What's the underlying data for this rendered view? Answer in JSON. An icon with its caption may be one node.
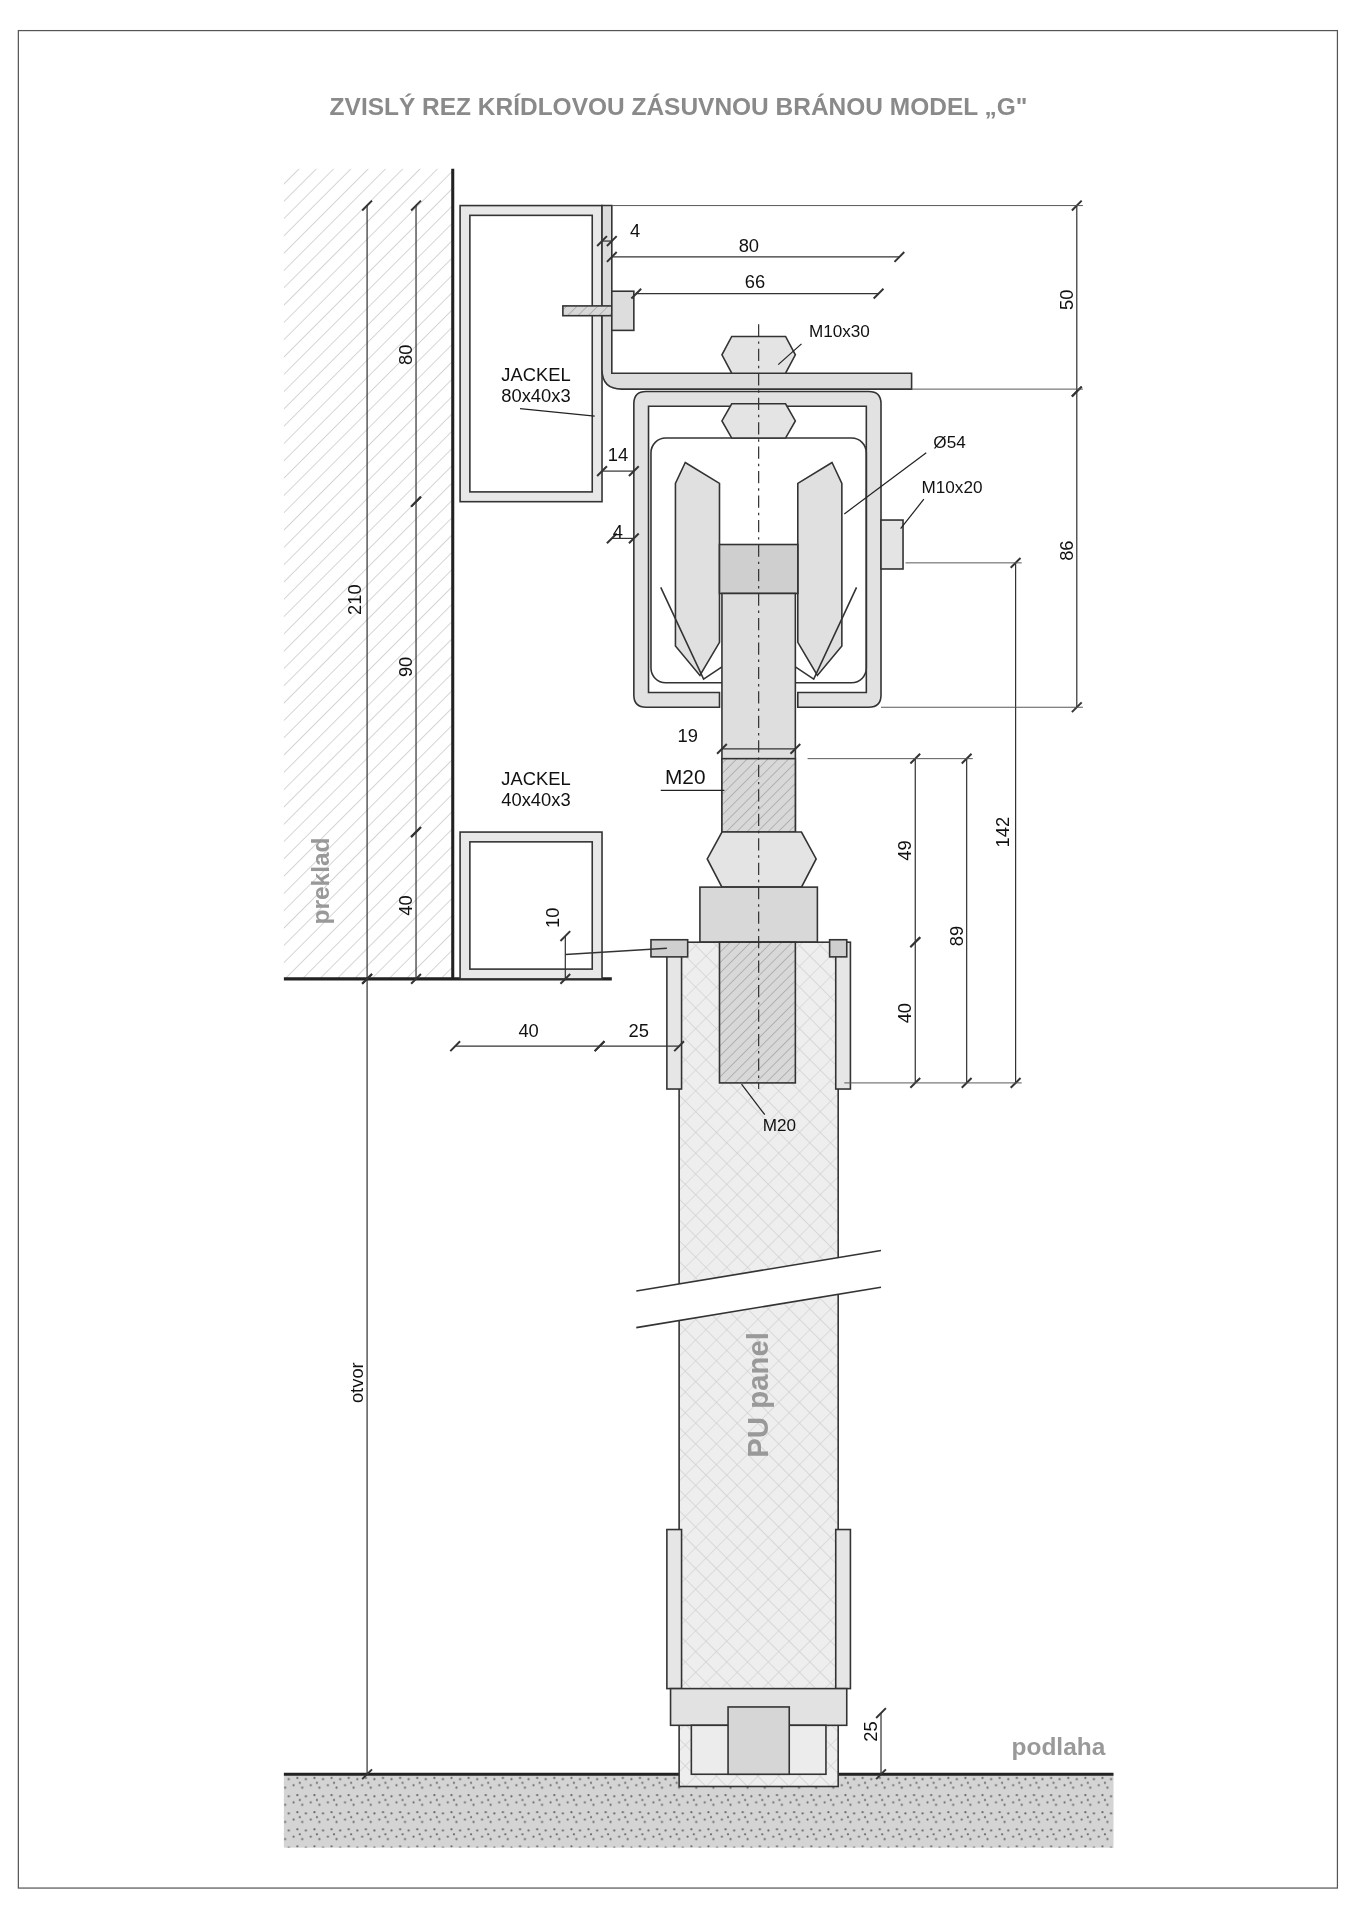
{
  "diagram": {
    "title": "ZVISLÝ REZ KRÍDLOVOU ZÁSUVNOU BRÁNOU **MODEL „G\"**",
    "nodes": [
      {
        "text": [
          "M10x30"
        ]
      },
      {
        "text": [
          "JACKEL 80x40x3"
        ]
      },
      {
        "text": [
          "Ø54"
        ]
      },
      {
        "text": [
          "M10x20"
        ]
      },
      {
        "text": [
          "M20"
        ]
      },
      {
        "text": [
          "M20"
        ]
      }
    ],
    "edges": [
      {
        "from": 0,
        "to": null,
        "arrow": "none"
      },
      {
        "from": 1,
        "to": null,
        "arrow": "none"
      },
      {
        "from": 2,
        "to": null,
        "arrow": "none"
      },
      {
        "from": 3,
        "to": null,
        "arrow": "none"
      },
      {
        "from": 4,
        "to": null,
        "arrow": "none"
      },
      {
        "from": 5,
        "to": null,
        "arrow": "none"
      }
    ],
    "labels": [
      "4",
      "80",
      "66",
      "50",
      "80",
      "14",
      "4",
      "86",
      "210",
      "90",
      "19",
      "JACKEL 40x40x3",
      "142",
      "49",
      "preklad",
      "40",
      "10",
      "89",
      "40",
      "40",
      "25",
      "otvor",
      "PU panel",
      "25",
      "podlaha"
    ]
  }
}
